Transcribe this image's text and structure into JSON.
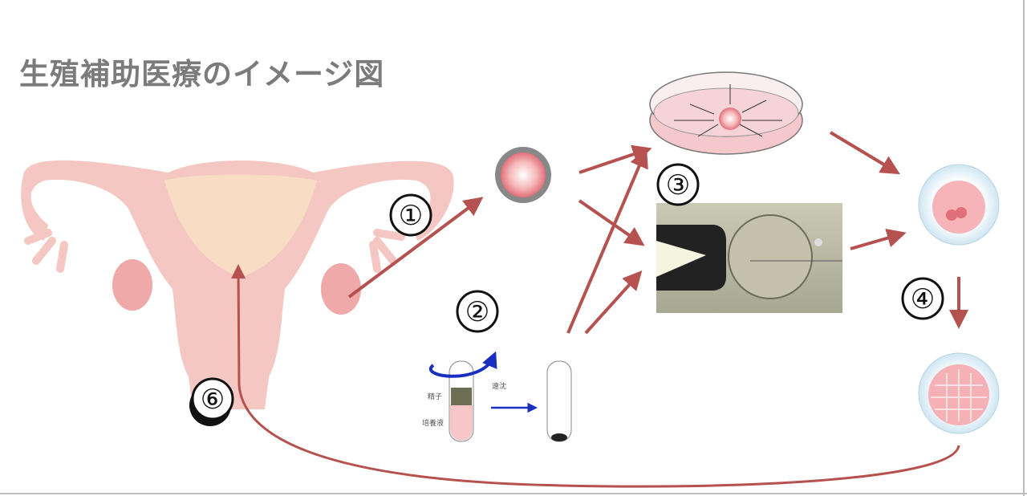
{
  "title": "生殖補助医療のイメージ図",
  "steps": [
    "①",
    "②",
    "③",
    "④",
    "⑥"
  ],
  "tube_labels": {
    "sperm": "精子",
    "medium": "培養液",
    "centrifuge": "遠沈"
  },
  "colors": {
    "arrow": "#b5514f",
    "title": "#7b7b7b",
    "uterus": "#f4c7c3",
    "spin_arrow": "#1a2fc0"
  }
}
